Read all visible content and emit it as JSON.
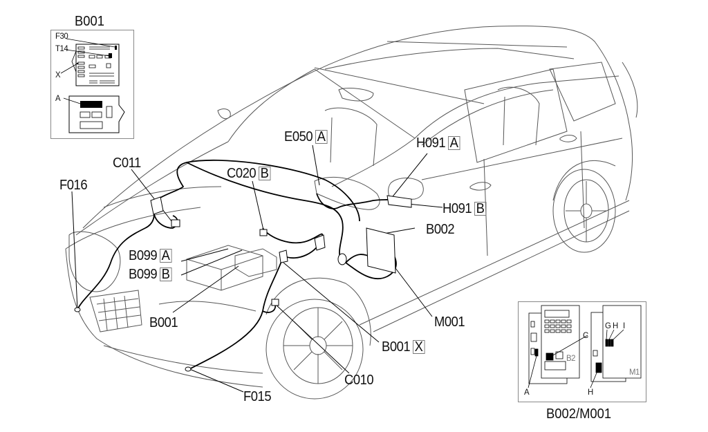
{
  "diagram": {
    "subject": "Car wiring harness component location diagram",
    "line_color": "#000000",
    "background_color": "#ffffff",
    "callouts": [
      {
        "id": "F016",
        "code": "F016",
        "tag": ""
      },
      {
        "id": "C011",
        "code": "C011",
        "tag": ""
      },
      {
        "id": "C020",
        "code": "C020",
        "tag": "B"
      },
      {
        "id": "E050",
        "code": "E050",
        "tag": "A"
      },
      {
        "id": "H091A",
        "code": "H091",
        "tag": "A"
      },
      {
        "id": "H091B",
        "code": "H091",
        "tag": "B"
      },
      {
        "id": "B002",
        "code": "B002",
        "tag": ""
      },
      {
        "id": "B099A",
        "code": "B099",
        "tag": "A"
      },
      {
        "id": "B099B",
        "code": "B099",
        "tag": "B"
      },
      {
        "id": "B001",
        "code": "B001",
        "tag": ""
      },
      {
        "id": "M001",
        "code": "M001",
        "tag": ""
      },
      {
        "id": "B001X",
        "code": "B001",
        "tag": "X"
      },
      {
        "id": "C010",
        "code": "C010",
        "tag": ""
      },
      {
        "id": "F015",
        "code": "F015",
        "tag": ""
      }
    ]
  },
  "inset_b001": {
    "title": "B001",
    "labels": {
      "f30": "F30",
      "t14": "T14",
      "x": "X",
      "a": "A"
    }
  },
  "inset_b002_m001": {
    "title": "B002/M001",
    "labels": {
      "a": "A",
      "c": "C",
      "b2": "B2",
      "g": "G",
      "h_top": "H",
      "i": "I",
      "h_bottom": "H",
      "m1": "M1"
    }
  }
}
